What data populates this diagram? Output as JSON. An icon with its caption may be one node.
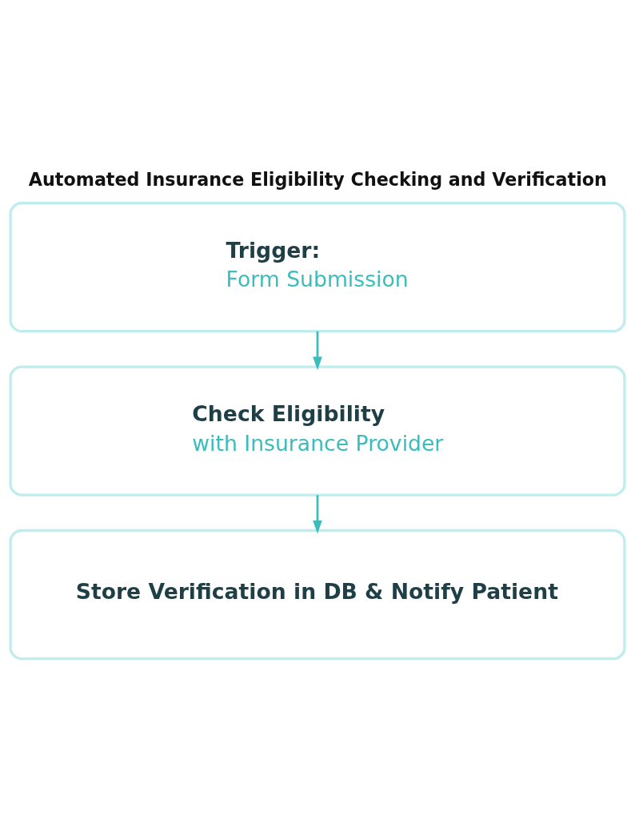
{
  "diagram": {
    "title": "Automated Insurance Eligibility Checking and Verification",
    "nodes": [
      {
        "text": [
          "Trigger:",
          "Form Submission"
        ]
      },
      {
        "text": [
          "Check Eligibility",
          "with Insurance Provider"
        ]
      },
      {
        "text": [
          "Store Verification in DB & Notify Patient"
        ]
      }
    ],
    "edges": [
      {
        "from": 0,
        "to": 1,
        "arrow": "to"
      },
      {
        "from": 1,
        "to": 2,
        "arrow": "to"
      }
    ]
  }
}
